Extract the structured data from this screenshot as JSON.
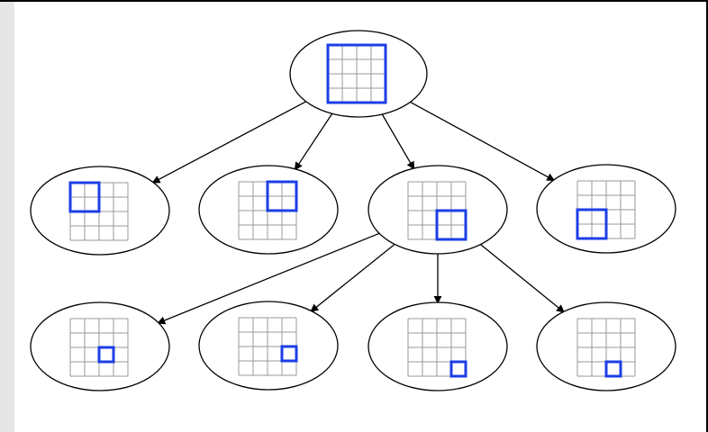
{
  "diagram": {
    "grid_size": 4,
    "colors": {
      "node_fill": "#ffffff",
      "node_stroke": "#000000",
      "grid_line": "#999999",
      "highlight": "#1b3fe6",
      "edge": "#000000",
      "left_strip": "#e6e6e6"
    },
    "nodes": [
      {
        "id": "root",
        "level": 0,
        "highlight": {
          "col": 0,
          "row": 0,
          "span": 4
        }
      },
      {
        "id": "child-top-left",
        "level": 1,
        "highlight": {
          "col": 0,
          "row": 0,
          "span": 2
        }
      },
      {
        "id": "child-top-right",
        "level": 1,
        "highlight": {
          "col": 2,
          "row": 0,
          "span": 2
        }
      },
      {
        "id": "child-bottom-right",
        "level": 1,
        "highlight": {
          "col": 2,
          "row": 2,
          "span": 2
        }
      },
      {
        "id": "child-bottom-left",
        "level": 1,
        "highlight": {
          "col": 0,
          "row": 2,
          "span": 2
        }
      },
      {
        "id": "grandchild-top-left",
        "level": 2,
        "highlight": {
          "col": 2,
          "row": 2,
          "span": 1
        }
      },
      {
        "id": "grandchild-top-right",
        "level": 2,
        "highlight": {
          "col": 3,
          "row": 2,
          "span": 1
        }
      },
      {
        "id": "grandchild-bottom-right",
        "level": 2,
        "highlight": {
          "col": 3,
          "row": 3,
          "span": 1
        }
      },
      {
        "id": "grandchild-bottom-left",
        "level": 2,
        "highlight": {
          "col": 2,
          "row": 3,
          "span": 1
        }
      }
    ],
    "edges": [
      {
        "from": "root",
        "to": "child-top-left"
      },
      {
        "from": "root",
        "to": "child-top-right"
      },
      {
        "from": "root",
        "to": "child-bottom-right"
      },
      {
        "from": "root",
        "to": "child-bottom-left"
      },
      {
        "from": "child-bottom-right",
        "to": "grandchild-top-left"
      },
      {
        "from": "child-bottom-right",
        "to": "grandchild-top-right"
      },
      {
        "from": "child-bottom-right",
        "to": "grandchild-bottom-right"
      },
      {
        "from": "child-bottom-right",
        "to": "grandchild-bottom-left"
      }
    ]
  }
}
